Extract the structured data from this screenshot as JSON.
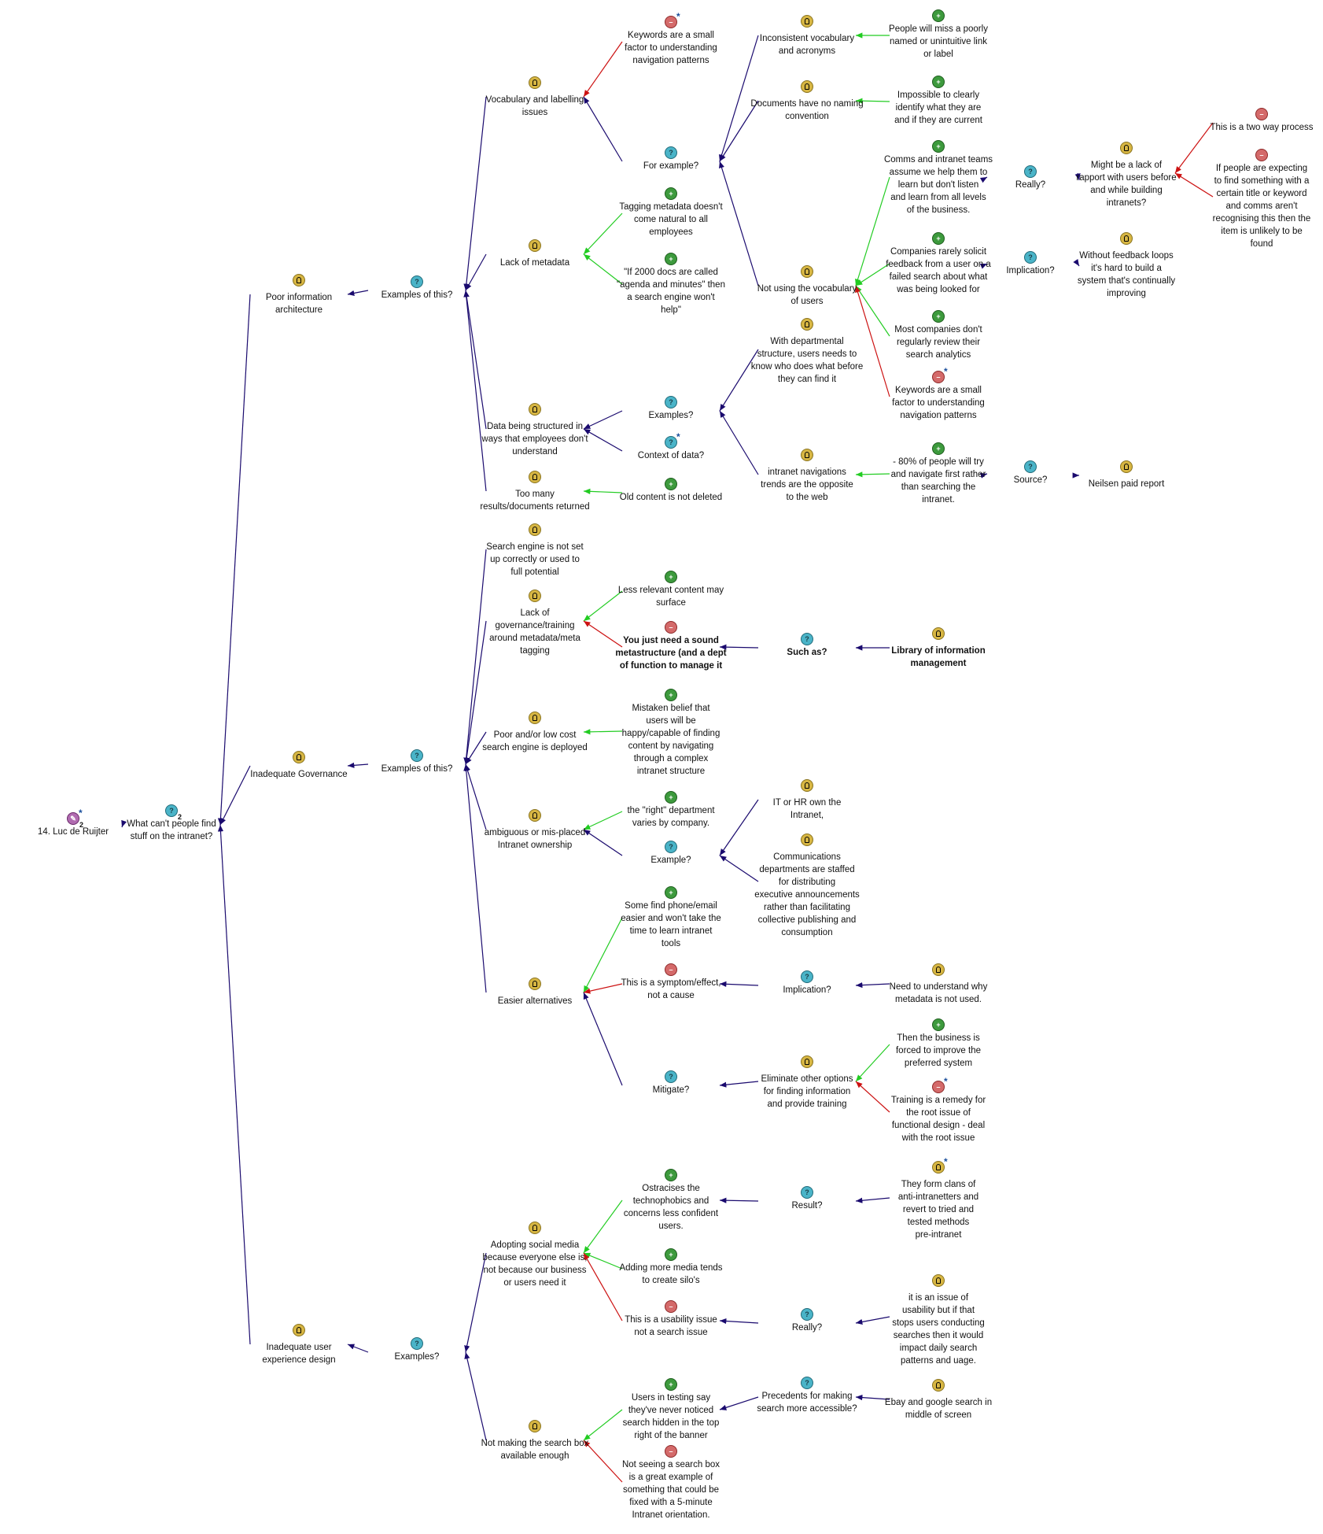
{
  "nodes": [
    {
      "id": "root",
      "type": "map",
      "label": "14. Luc de Ruijter",
      "star": true,
      "num": "2"
    },
    {
      "id": "q1",
      "type": "question",
      "label": "What can't people find\nstuff on the intranet?",
      "num": "2"
    },
    {
      "id": "pia",
      "type": "idea",
      "label": "Poor information\narchitecture"
    },
    {
      "id": "ex1",
      "type": "question",
      "label": "Examples of this?"
    },
    {
      "id": "vocab",
      "type": "idea",
      "label": "Vocabulary and labelling\nissues"
    },
    {
      "id": "con_kw1",
      "type": "con",
      "label": "Keywords are a small\nfactor to understanding\nnavigation patterns",
      "star": true
    },
    {
      "id": "forex",
      "type": "question",
      "label": "For example?"
    },
    {
      "id": "incons",
      "type": "idea",
      "label": "Inconsistent vocabulary\nand acronyms"
    },
    {
      "id": "pro_miss",
      "type": "pro",
      "label": "People will miss a poorly\nnamed or unintuitive link\nor label"
    },
    {
      "id": "docsnn",
      "type": "idea",
      "label": "Documents have no naming\nconvention"
    },
    {
      "id": "pro_impos",
      "type": "pro",
      "label": "Impossible to clearly\nidentify what they are\nand if they are current"
    },
    {
      "id": "notvocab",
      "type": "idea",
      "label": "Not using the vocabulary\nof users"
    },
    {
      "id": "pro_comms",
      "type": "pro",
      "label": "Comms and intranet teams\nassume we help them to\nlearn but don't listen\nand learn from all levels\nof the business."
    },
    {
      "id": "q_really1",
      "type": "question",
      "label": "Really?"
    },
    {
      "id": "idea_rapport",
      "type": "idea",
      "label": "Might be a lack of\nrapport with users before\nand while building\nintranets?"
    },
    {
      "id": "con_twoway",
      "type": "con",
      "label": "This is a two way process"
    },
    {
      "id": "con_expect",
      "type": "con",
      "label": "If people are expecting\nto find something with a\ncertain title or keyword\nand comms aren't\nrecognising this then the\nitem is unlikely to be\nfound"
    },
    {
      "id": "pro_solicit",
      "type": "pro",
      "label": "Companies rarely solicit\nfeedback from a user on a\nfailed search about what\nwas being looked for"
    },
    {
      "id": "q_impl1",
      "type": "question",
      "label": "Implication?"
    },
    {
      "id": "idea_feedback",
      "type": "idea",
      "label": "Without feedback loops\nit's hard to build a\nsystem that's continually\nimproving"
    },
    {
      "id": "pro_review",
      "type": "pro",
      "label": "Most companies don't\nregularly review their\nsearch analytics"
    },
    {
      "id": "con_kw2",
      "type": "con",
      "label": "Keywords are a small\nfactor to understanding\nnavigation patterns",
      "star": true
    },
    {
      "id": "lackmeta",
      "type": "idea",
      "label": "Lack of metadata"
    },
    {
      "id": "pro_tagging",
      "type": "pro",
      "label": "Tagging metadata doesn't\ncome natural to all\nemployees"
    },
    {
      "id": "pro_agenda",
      "type": "pro",
      "label": "\"If 2000 docs are called\n\"agenda and minutes\" then\na search engine won't\nhelp\""
    },
    {
      "id": "datastruct",
      "type": "idea",
      "label": "Data being structured in\nways that employees don't\nunderstand"
    },
    {
      "id": "q_examples2",
      "type": "question",
      "label": "Examples?"
    },
    {
      "id": "idea_dept",
      "type": "idea",
      "label": "With departmental\nstructure, users needs to\nknow who does what before\nthey can find it"
    },
    {
      "id": "idea_trends",
      "type": "idea",
      "label": "intranet navigations\ntrends are the opposite\nto the web"
    },
    {
      "id": "pro_80",
      "type": "pro",
      "label": "- 80% of people will try\nand navigate first rather\nthan searching the\nintranet."
    },
    {
      "id": "q_source",
      "type": "question",
      "label": "Source?"
    },
    {
      "id": "idea_neilsen",
      "type": "idea",
      "label": "Neilsen paid report"
    },
    {
      "id": "q_context",
      "type": "question",
      "label": "Context of data?",
      "star": true
    },
    {
      "id": "toomany",
      "type": "idea",
      "label": "Too many\nresults/documents returned"
    },
    {
      "id": "pro_old",
      "type": "pro",
      "label": "Old content is not deleted"
    },
    {
      "id": "gov",
      "type": "idea",
      "label": "Inadequate Governance"
    },
    {
      "id": "ex2",
      "type": "question",
      "label": "Examples of this?"
    },
    {
      "id": "searchset",
      "type": "idea",
      "label": "Search engine is not set\nup correctly or used to\nfull potential"
    },
    {
      "id": "lackgov",
      "type": "idea",
      "label": "Lack of\ngovernance/training\naround metadata/meta\ntagging"
    },
    {
      "id": "pro_lessrel",
      "type": "pro",
      "label": "Less relevant content may\nsurface"
    },
    {
      "id": "con_sound",
      "type": "con",
      "label": "You just need a sound\nmetastructure (and a dept\nof function to manage it",
      "bold": true
    },
    {
      "id": "q_suchas",
      "type": "question",
      "label": "Such as?",
      "bold": true
    },
    {
      "id": "idea_library",
      "type": "idea",
      "label": "Library of information\nmanagement",
      "bold": true
    },
    {
      "id": "poorse",
      "type": "idea",
      "label": "Poor and/or low cost\nsearch engine is deployed"
    },
    {
      "id": "pro_mistaken",
      "type": "pro",
      "label": "Mistaken belief that\nusers will be\nhappy/capable of finding\ncontent by navigating\nthrough a complex\nintranet structure"
    },
    {
      "id": "ambig",
      "type": "idea",
      "label": "ambiguous or mis-placed\nIntranet ownership"
    },
    {
      "id": "pro_right",
      "type": "pro",
      "label": "the \"right\" department\nvaries by company."
    },
    {
      "id": "q_example3",
      "type": "question",
      "label": "Example?"
    },
    {
      "id": "idea_ithr",
      "type": "idea",
      "label": "IT or HR own the\nIntranet,"
    },
    {
      "id": "idea_commdept",
      "type": "idea",
      "label": "Communications\ndepartments are staffed\nfor distributing\nexecutive announcements\nrather than facilitating\ncollective publishing and\nconsumption"
    },
    {
      "id": "easier",
      "type": "idea",
      "label": "Easier alternatives"
    },
    {
      "id": "pro_phone",
      "type": "pro",
      "label": "Some find phone/email\neasier and won't take the\ntime to learn intranet\ntools"
    },
    {
      "id": "con_symptom",
      "type": "con",
      "label": "This is a symptom/effect,\nnot a cause"
    },
    {
      "id": "q_impl2",
      "type": "question",
      "label": "Implication?"
    },
    {
      "id": "idea_needmeta",
      "type": "idea",
      "label": "Need to understand why\nmetadata is not used."
    },
    {
      "id": "q_mitigate",
      "type": "question",
      "label": "Mitigate?"
    },
    {
      "id": "idea_elim",
      "type": "idea",
      "label": "Eliminate other options\nfor finding information\nand provide training"
    },
    {
      "id": "pro_forced",
      "type": "pro",
      "label": "Then the business is\nforced to improve the\npreferred system"
    },
    {
      "id": "con_training",
      "type": "con",
      "label": "Training is a remedy for\nthe root issue of\nfunctional design - deal\nwith the root issue",
      "star": true
    },
    {
      "id": "ux",
      "type": "idea",
      "label": "Inadequate user\nexperience design"
    },
    {
      "id": "q_ex4",
      "type": "question",
      "label": "Examples?"
    },
    {
      "id": "social",
      "type": "idea",
      "label": "Adopting social media\nbecause everyone else is,\nnot because our business\nor users need it"
    },
    {
      "id": "pro_ostr",
      "type": "pro",
      "label": "Ostracises the\ntechnophobics and\nconcerns less confident\nusers."
    },
    {
      "id": "q_result",
      "type": "question",
      "label": "Result?"
    },
    {
      "id": "idea_clans",
      "type": "idea",
      "label": "They form clans of\nanti-intranetters and\nrevert to tried and\ntested methods\npre-intranet",
      "star": true
    },
    {
      "id": "pro_silos",
      "type": "pro",
      "label": "Adding more media tends\nto create silo's"
    },
    {
      "id": "con_usab",
      "type": "con",
      "label": "This is a usability issue\nnot a search issue"
    },
    {
      "id": "q_really2",
      "type": "question",
      "label": "Really?"
    },
    {
      "id": "idea_usab",
      "type": "idea",
      "label": "it is an issue of\nusability but if that\nstops users conducting\nsearches then it would\nimpact daily search\npatterns and uage."
    },
    {
      "id": "notsearch",
      "type": "idea",
      "label": "Not making the search box\navailable enough"
    },
    {
      "id": "pro_never",
      "type": "pro",
      "label": "Users in testing say\nthey've never noticed\nsearch hidden in the top\nright of the banner"
    },
    {
      "id": "q_prec",
      "type": "question",
      "label": "Precedents for making\nsearch more accessible?"
    },
    {
      "id": "idea_ebay",
      "type": "idea",
      "label": "Ebay and google search in\nmiddle of screen"
    },
    {
      "id": "con_notseeing",
      "type": "con",
      "label": "Not seeing a search box\nis a great example of\nsomething that could be\nfixed with a 5-minute\nIntranet orientation."
    }
  ],
  "edges": [
    {
      "from": "q1",
      "to": "root",
      "kind": "link"
    },
    {
      "from": "pia",
      "to": "q1",
      "kind": "link"
    },
    {
      "from": "gov",
      "to": "q1",
      "kind": "link"
    },
    {
      "from": "ux",
      "to": "q1",
      "kind": "link"
    },
    {
      "from": "ex1",
      "to": "pia",
      "kind": "link"
    },
    {
      "from": "vocab",
      "to": "ex1",
      "kind": "link"
    },
    {
      "from": "lackmeta",
      "to": "ex1",
      "kind": "link"
    },
    {
      "from": "datastruct",
      "to": "ex1",
      "kind": "link"
    },
    {
      "from": "toomany",
      "to": "ex1",
      "kind": "link"
    },
    {
      "from": "con_kw1",
      "to": "vocab",
      "kind": "con"
    },
    {
      "from": "forex",
      "to": "vocab",
      "kind": "link"
    },
    {
      "from": "incons",
      "to": "forex",
      "kind": "link"
    },
    {
      "from": "docsnn",
      "to": "forex",
      "kind": "link"
    },
    {
      "from": "notvocab",
      "to": "forex",
      "kind": "link"
    },
    {
      "from": "pro_miss",
      "to": "incons",
      "kind": "pro"
    },
    {
      "from": "pro_impos",
      "to": "docsnn",
      "kind": "pro"
    },
    {
      "from": "pro_comms",
      "to": "notvocab",
      "kind": "pro"
    },
    {
      "from": "pro_solicit",
      "to": "notvocab",
      "kind": "pro"
    },
    {
      "from": "pro_review",
      "to": "notvocab",
      "kind": "pro"
    },
    {
      "from": "con_kw2",
      "to": "notvocab",
      "kind": "con"
    },
    {
      "from": "q_really1",
      "to": "pro_comms",
      "kind": "link"
    },
    {
      "from": "idea_rapport",
      "to": "q_really1",
      "kind": "link"
    },
    {
      "from": "con_twoway",
      "to": "idea_rapport",
      "kind": "con"
    },
    {
      "from": "con_expect",
      "to": "idea_rapport",
      "kind": "con"
    },
    {
      "from": "q_impl1",
      "to": "pro_solicit",
      "kind": "link"
    },
    {
      "from": "idea_feedback",
      "to": "q_impl1",
      "kind": "link"
    },
    {
      "from": "pro_tagging",
      "to": "lackmeta",
      "kind": "pro"
    },
    {
      "from": "pro_agenda",
      "to": "lackmeta",
      "kind": "pro"
    },
    {
      "from": "q_examples2",
      "to": "datastruct",
      "kind": "link"
    },
    {
      "from": "q_context",
      "to": "datastruct",
      "kind": "link"
    },
    {
      "from": "idea_dept",
      "to": "q_examples2",
      "kind": "link"
    },
    {
      "from": "idea_trends",
      "to": "q_examples2",
      "kind": "link"
    },
    {
      "from": "pro_80",
      "to": "idea_trends",
      "kind": "pro"
    },
    {
      "from": "q_source",
      "to": "pro_80",
      "kind": "link"
    },
    {
      "from": "idea_neilsen",
      "to": "q_source",
      "kind": "link"
    },
    {
      "from": "pro_old",
      "to": "toomany",
      "kind": "pro"
    },
    {
      "from": "ex2",
      "to": "gov",
      "kind": "link"
    },
    {
      "from": "searchset",
      "to": "ex2",
      "kind": "link"
    },
    {
      "from": "lackgov",
      "to": "ex2",
      "kind": "link"
    },
    {
      "from": "poorse",
      "to": "ex2",
      "kind": "link"
    },
    {
      "from": "ambig",
      "to": "ex2",
      "kind": "link"
    },
    {
      "from": "easier",
      "to": "ex2",
      "kind": "link"
    },
    {
      "from": "pro_lessrel",
      "to": "lackgov",
      "kind": "pro"
    },
    {
      "from": "con_sound",
      "to": "lackgov",
      "kind": "con"
    },
    {
      "from": "q_suchas",
      "to": "con_sound",
      "kind": "link"
    },
    {
      "from": "idea_library",
      "to": "q_suchas",
      "kind": "link"
    },
    {
      "from": "pro_mistaken",
      "to": "poorse",
      "kind": "pro"
    },
    {
      "from": "pro_right",
      "to": "ambig",
      "kind": "pro"
    },
    {
      "from": "q_example3",
      "to": "ambig",
      "kind": "link"
    },
    {
      "from": "idea_ithr",
      "to": "q_example3",
      "kind": "link"
    },
    {
      "from": "idea_commdept",
      "to": "q_example3",
      "kind": "link"
    },
    {
      "from": "pro_phone",
      "to": "easier",
      "kind": "pro"
    },
    {
      "from": "con_symptom",
      "to": "easier",
      "kind": "con"
    },
    {
      "from": "q_impl2",
      "to": "con_symptom",
      "kind": "link"
    },
    {
      "from": "idea_needmeta",
      "to": "q_impl2",
      "kind": "link"
    },
    {
      "from": "q_mitigate",
      "to": "easier",
      "kind": "link"
    },
    {
      "from": "idea_elim",
      "to": "q_mitigate",
      "kind": "link"
    },
    {
      "from": "pro_forced",
      "to": "idea_elim",
      "kind": "pro"
    },
    {
      "from": "con_training",
      "to": "idea_elim",
      "kind": "con"
    },
    {
      "from": "q_ex4",
      "to": "ux",
      "kind": "link"
    },
    {
      "from": "social",
      "to": "q_ex4",
      "kind": "link"
    },
    {
      "from": "notsearch",
      "to": "q_ex4",
      "kind": "link"
    },
    {
      "from": "pro_ostr",
      "to": "social",
      "kind": "pro"
    },
    {
      "from": "pro_silos",
      "to": "social",
      "kind": "pro"
    },
    {
      "from": "con_usab",
      "to": "social",
      "kind": "con"
    },
    {
      "from": "q_result",
      "to": "pro_ostr",
      "kind": "link"
    },
    {
      "from": "idea_clans",
      "to": "q_result",
      "kind": "link"
    },
    {
      "from": "q_really2",
      "to": "con_usab",
      "kind": "link"
    },
    {
      "from": "idea_usab",
      "to": "q_really2",
      "kind": "link"
    },
    {
      "from": "pro_never",
      "to": "notsearch",
      "kind": "pro"
    },
    {
      "from": "con_notseeing",
      "to": "notsearch",
      "kind": "con"
    },
    {
      "from": "q_prec",
      "to": "pro_never",
      "kind": "link"
    },
    {
      "from": "idea_ebay",
      "to": "q_prec",
      "kind": "link"
    }
  ],
  "colors": {
    "link": "#1a0a6e",
    "pro": "#22cc22",
    "con": "#cc1111"
  },
  "icon_glyphs": {
    "idea": "",
    "question": "?",
    "pro": "+",
    "con": "–",
    "map": "✎"
  }
}
